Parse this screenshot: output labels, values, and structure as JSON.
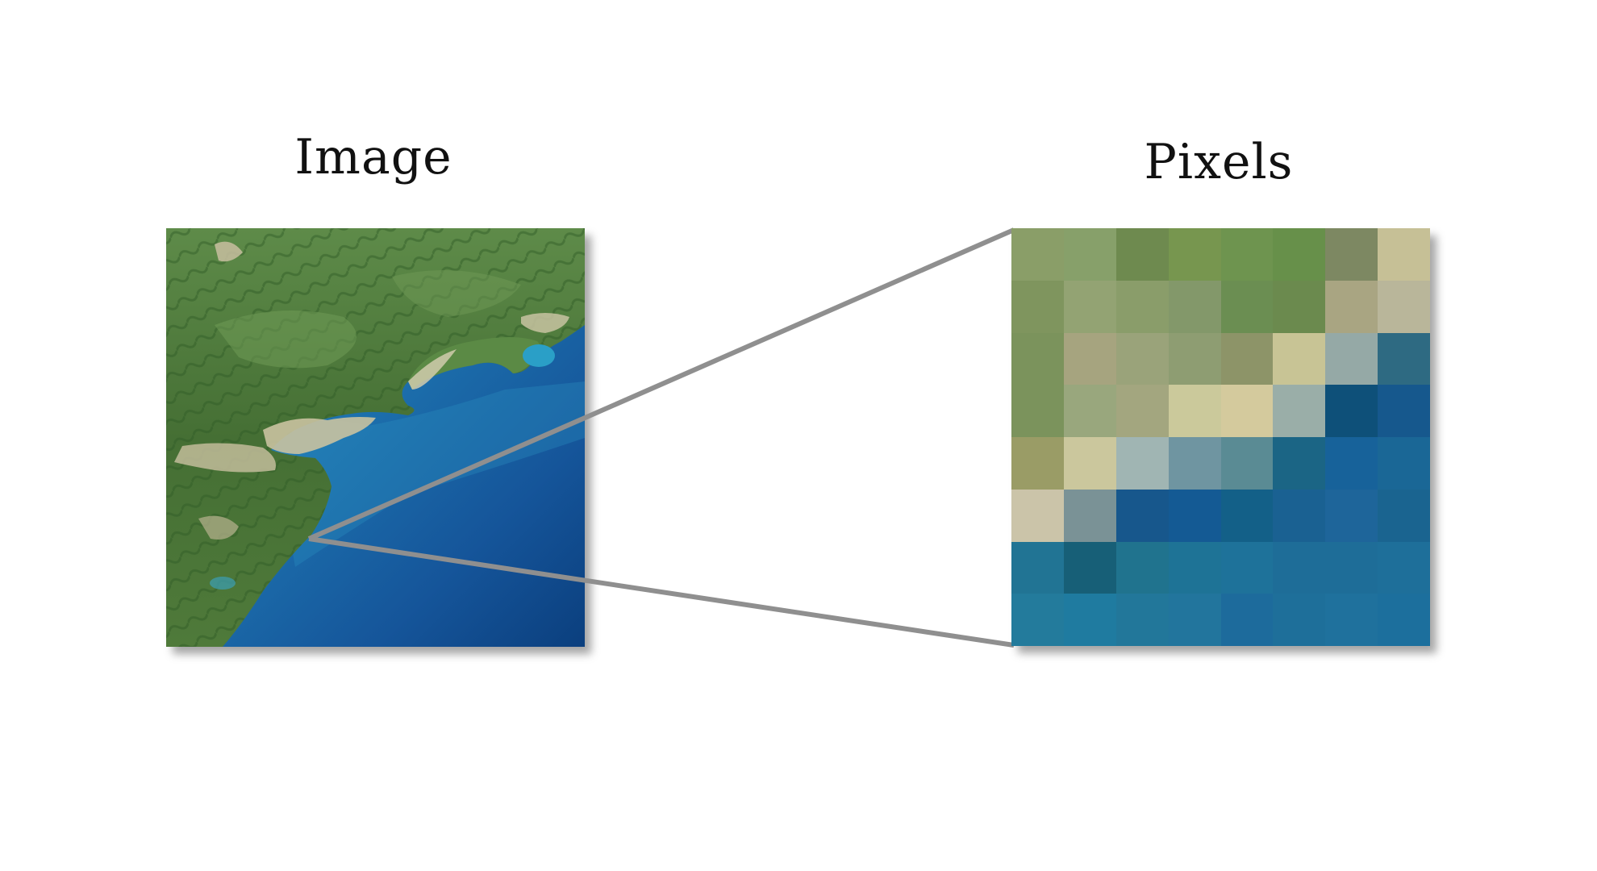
{
  "titles": {
    "image": "Image",
    "pixels": "Pixels"
  },
  "colors": {
    "connector_line": "#8f8f8f",
    "sea_deep": "#0b3f7e",
    "sea_shallow": "#2a8fbf",
    "land_green": "#4f7a3a",
    "land_light": "#c9c2a0"
  },
  "pixel_grid": {
    "rows": 8,
    "cols": 8,
    "cells": [
      [
        "#8a9e68",
        "#87a06a",
        "#6e8a4f",
        "#77964f",
        "#6e944f",
        "#67904a",
        "#7d8862",
        "#c6c096"
      ],
      [
        "#7f955e",
        "#93a373",
        "#8a9d6a",
        "#83986a",
        "#6b8e52",
        "#6b8a4e",
        "#a9a582",
        "#b9b69a"
      ],
      [
        "#7b935c",
        "#a6a47f",
        "#9aa37a",
        "#8e9d72",
        "#8d9468",
        "#c8c495",
        "#95a9a6",
        "#2e6a82"
      ],
      [
        "#7b935c",
        "#99a77d",
        "#a3a67f",
        "#cbc99b",
        "#d4ca9d",
        "#9aaea8",
        "#0e5079",
        "#16588d"
      ],
      [
        "#9a9c66",
        "#cbc79d",
        "#a0b5b3",
        "#6f95a1",
        "#5a8b94",
        "#1b6585",
        "#17629a",
        "#1a6796"
      ],
      [
        "#cbc4a9",
        "#7a9296",
        "#17578c",
        "#145a94",
        "#136088",
        "#1a6192",
        "#1e659a",
        "#1a6490"
      ],
      [
        "#217494",
        "#175f77",
        "#20738e",
        "#1e7396",
        "#1e729a",
        "#1e6d98",
        "#1e6d98",
        "#1e6f9a"
      ],
      [
        "#237b9c",
        "#1f7ba0",
        "#22779a",
        "#22759d",
        "#1d6b9c",
        "#1e6f9a",
        "#1f719d",
        "#1c6f9d"
      ]
    ]
  }
}
